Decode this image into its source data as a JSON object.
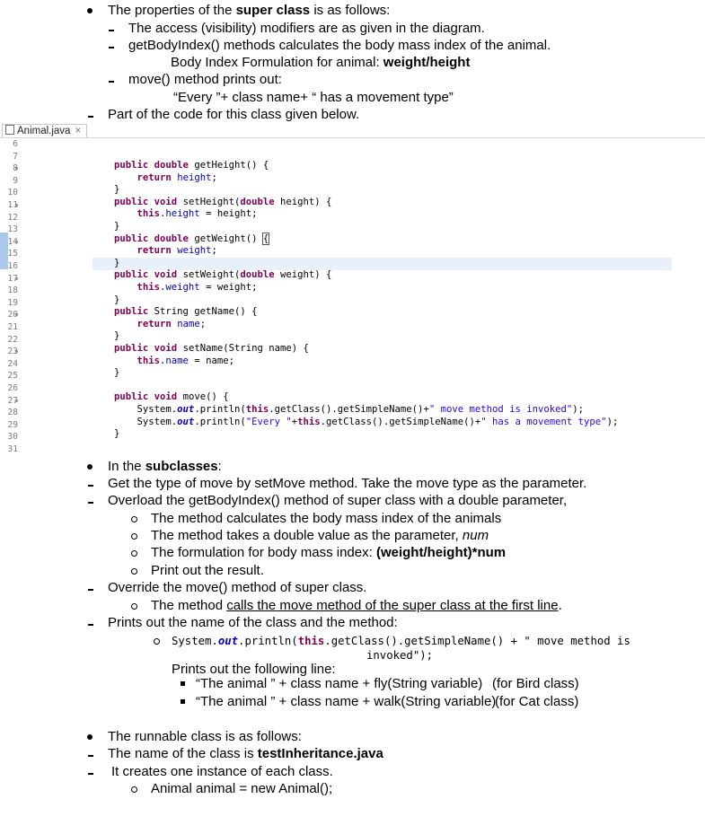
{
  "intro": {
    "b1_prefix": "The properties of the ",
    "b1_bold": "super class",
    "b1_suffix": " is as follows:",
    "d1": "The access (visibility) modifiers are as given in the diagram.",
    "d2": "getBodyIndex() methods calculates the body mass index of the animal.",
    "formula_prefix": "Body Index Formulation for animal: ",
    "formula_bold": "weight/height",
    "d3": "move() method prints out:",
    "quote": "“Every ”+ class name+ “ has a movement type”",
    "d4": "Part of the code for this class given below."
  },
  "editor": {
    "tab_label": "Animal.java",
    "tab_close": "×",
    "line_numbers": [
      "6",
      "7",
      "8",
      "9",
      "10",
      "11",
      "12",
      "13",
      "14",
      "15",
      "16",
      "17",
      "18",
      "19",
      "20",
      "21",
      "22",
      "23",
      "24",
      "25",
      "26",
      "27",
      "28",
      "29",
      "30",
      "31"
    ]
  },
  "subclasses": {
    "heading_prefix": "In the ",
    "heading_bold": "subclasses",
    "heading_suffix": ":",
    "d1": "Get the type of move by setMove method. Take the move type as the parameter.",
    "d2": "Overload the getBodyIndex() method of super class with a double parameter,",
    "c1": "The method calculates the body mass index of the animals",
    "c2_prefix": "The method takes a double value as the parameter, ",
    "c2_italic": "num",
    "c3_prefix": "The formulation for body mass index: ",
    "c3_bold": "(weight/height)*num",
    "c4": "Print out the result.",
    "d3": "Override the move() method of super class.",
    "c5_prefix": "The method ",
    "c5_underline": "calls the move method of the super class at the first line",
    "c5_suffix": ".",
    "d4": "Prints out the name of the class and the method:",
    "code_a": "System.",
    "code_out": "out",
    "code_b": ".println(",
    "code_this": "this",
    "code_c": ".getClass().getSimpleName() + \" move method is",
    "code_d": "invoked\");",
    "prints_label": "Prints out the following line:",
    "s1_text": "“The animal ” + class name + fly(String variable)",
    "s1_note": "(for Bird class)",
    "s2_text": "“The animal ” + class name + walk(String variable)",
    "s2_note": "(for Cat class)"
  },
  "runnable": {
    "b1": "The runnable class is as follows:",
    "d1_prefix": "The name of the class is ",
    "d1_bold": "testInheritance.java",
    "d2": "It creates one instance of each class.",
    "c1": "Animal animal = new Animal();"
  }
}
